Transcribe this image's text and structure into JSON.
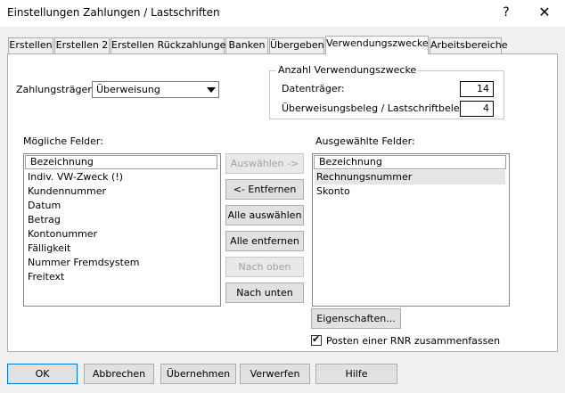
{
  "window": {
    "title": "Einstellungen Zahlungen / Lastschriften",
    "help_label": "?",
    "close_label": "✕"
  },
  "tabs": [
    {
      "label": "Erstellen"
    },
    {
      "label": "Erstellen 2"
    },
    {
      "label": "Erstellen Rückzahlungen"
    },
    {
      "label": "Banken"
    },
    {
      "label": "Übergeben"
    },
    {
      "label": "Verwendungszwecke",
      "active": true
    },
    {
      "label": "Arbeitsbereiche"
    }
  ],
  "zahlungstraeger": {
    "label": "Zahlungsträger:",
    "value": "Überweisung"
  },
  "anzahl": {
    "legend": "Anzahl Verwendungszwecke",
    "datentraeger_label": "Datenträger:",
    "datentraeger_value": "14",
    "beleg_label": "Überweisungsbeleg / Lastschriftbeleg:",
    "beleg_value": "4"
  },
  "available": {
    "label": "Mögliche Felder:",
    "header": "Bezeichnung",
    "items": [
      "Indiv. VW-Zweck (!)",
      "Kundennummer",
      "Datum",
      "Betrag",
      "Kontonummer",
      "Fälligkeit",
      "Nummer Fremdsystem",
      "Freitext"
    ]
  },
  "selected": {
    "label": "Ausgewählte Felder:",
    "header": "Bezeichnung",
    "items": [
      "Rechnungsnummer",
      "Skonto"
    ]
  },
  "middle_buttons": {
    "select": "Auswählen ->",
    "remove": "<- Entfernen",
    "select_all": "Alle auswählen",
    "remove_all": "Alle entfernen",
    "up": "Nach oben",
    "down": "Nach unten"
  },
  "properties_button": "Eigenschaften...",
  "combine_checkbox": {
    "label": "Posten einer RNR zusammenfassen",
    "checked": true,
    "mark": "✔"
  },
  "footer_buttons": {
    "ok": "OK",
    "cancel": "Abbrechen",
    "apply": "Übernehmen",
    "discard": "Verwerfen",
    "help": "Hilfe"
  }
}
